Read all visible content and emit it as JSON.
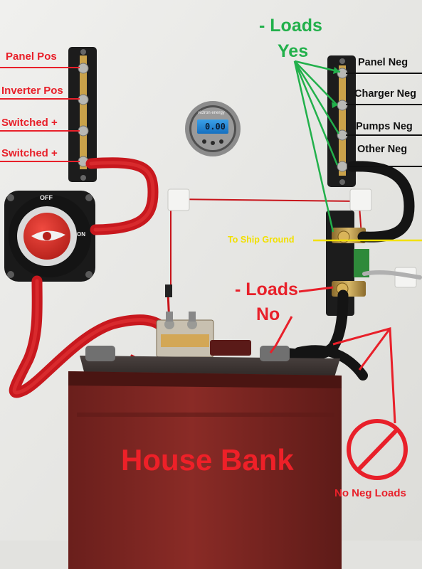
{
  "annotations": {
    "positive_labels": [
      "Panel Pos",
      "Inverter Pos",
      "Switched +",
      "Switched +"
    ],
    "negative_labels": [
      "Panel Neg",
      "Charger Neg",
      "Pumps Neg",
      "Other Neg"
    ],
    "loads_yes_line1": "- Loads",
    "loads_yes_line2": "Yes",
    "ship_ground": "To Ship Ground",
    "loads_no_line1": "- Loads",
    "loads_no_line2": "No",
    "battery_label": "House Bank",
    "no_neg_loads": "No Neg Loads"
  },
  "switch": {
    "off_text": "OFF",
    "on_text": "ON"
  },
  "monitor": {
    "brand": "victron energy",
    "display": "0.00"
  },
  "colors": {
    "annotation_red": "#e8202a",
    "annotation_green": "#22b04b",
    "annotation_yellow": "#f2e000",
    "battery_red": "#7a2420"
  }
}
